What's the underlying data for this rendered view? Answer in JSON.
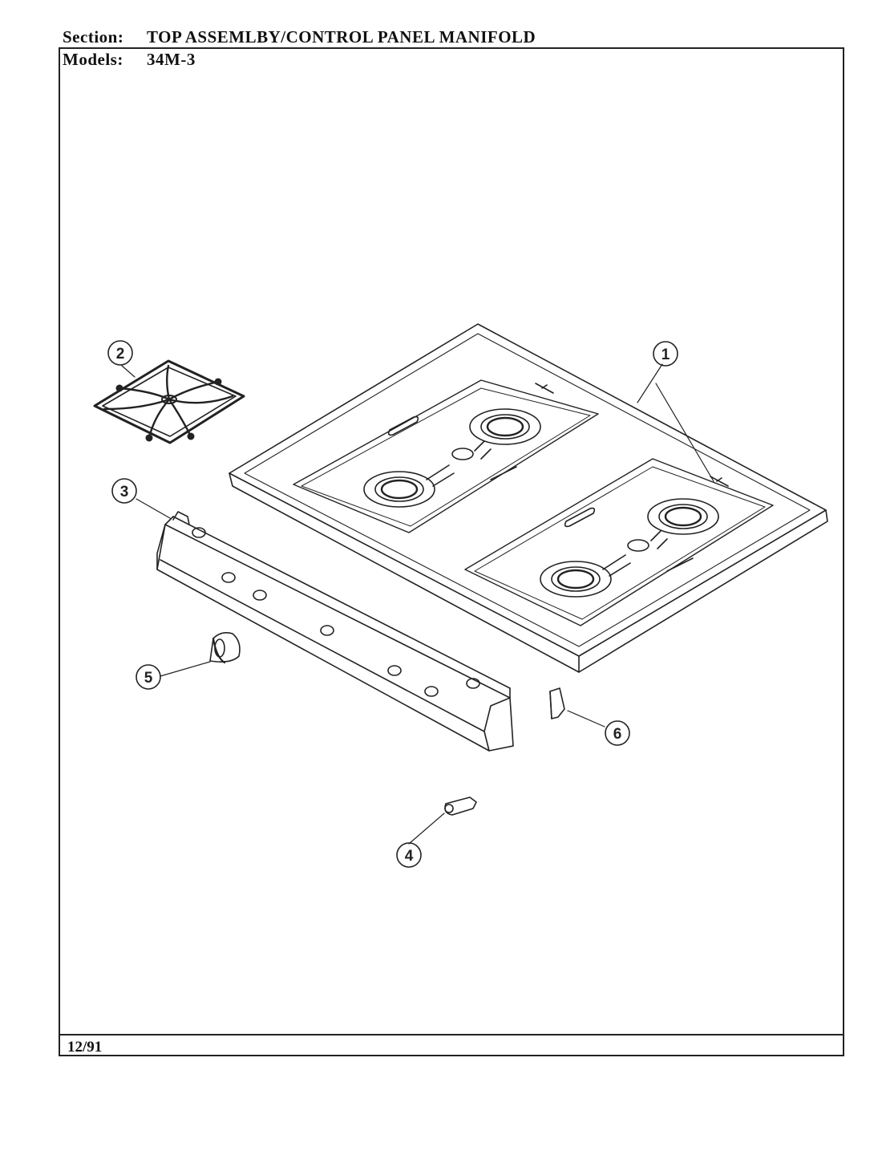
{
  "header": {
    "section_label": "Section:",
    "section_title": "TOP ASSEMLBY/CONTROL PANEL MANIFOLD",
    "models_label": "Models:",
    "models_value": "34M-3"
  },
  "callouts": [
    "1",
    "2",
    "3",
    "4",
    "5",
    "6"
  ],
  "footer": {
    "date": "12/91"
  },
  "colors": {
    "ink": "#222222",
    "paper": "#ffffff"
  }
}
